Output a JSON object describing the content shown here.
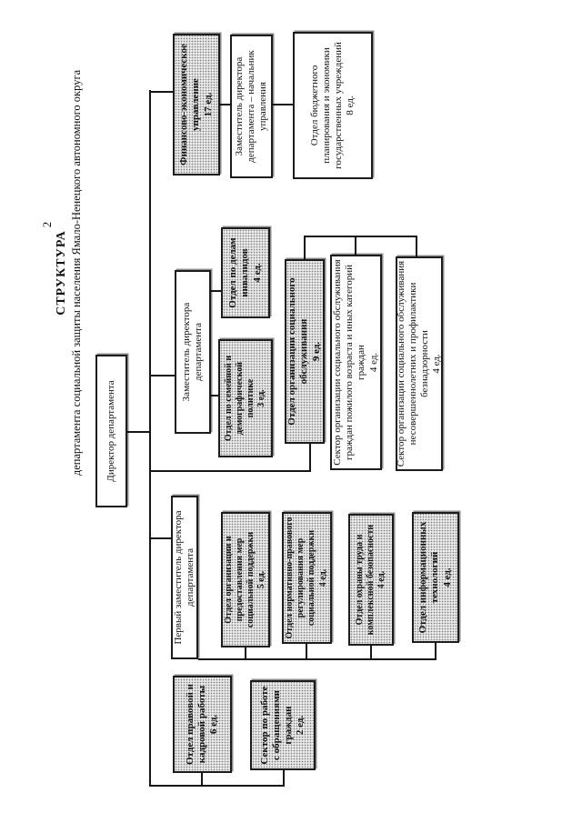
{
  "page": {
    "number": "2"
  },
  "title": {
    "line1": "СТРУКТУРА",
    "line2": "департамента социальной защиты населения Ямало-Ненецкого автономного округа"
  },
  "nodes": {
    "director": {
      "label": "Директор департамента"
    },
    "fin_upr": {
      "label": "Финансово-экономическое управление",
      "units": "17 ед."
    },
    "zam_fin": {
      "label": "Заместитель директора департамента – начальник управления"
    },
    "otdel_budget": {
      "label": "Отдел бюджетного планирования и экономики государственных учреждений",
      "units": "8 ед."
    },
    "zam_dir": {
      "label": "Заместитель директора департамента"
    },
    "otdel_invalid": {
      "label": "Отдел по делам инвалидов",
      "units": "4 ед."
    },
    "otdel_family": {
      "label": "Отдел по семейной и демографической политике",
      "units": "3 ед."
    },
    "otdel_souslug": {
      "label": "Отдел организации социального обслуживания",
      "units": "9 ед."
    },
    "sektor_pozhil": {
      "label": "Сектор организации социального обслуживания граждан пожилого возраста и иных категорий граждан",
      "units": "4 ед."
    },
    "sektor_nesov": {
      "label": "Сектор организации социального обслуживания несовершеннолетних и профилактики безнадзорности",
      "units": "4 ед."
    },
    "perv_zam": {
      "label": "Первый заместитель директора департамента"
    },
    "otdel_mer": {
      "label": "Отдел организации и предоставления мер социальной поддержки",
      "units": "5 ед."
    },
    "otdel_norm": {
      "label": "Отдел нормативно-правового регулирования мер социальной поддержки",
      "units": "4 ед."
    },
    "otdel_ohrana": {
      "label": "Отдел охраны труда и комплексной безопасности",
      "units": "4 ед."
    },
    "otdel_it": {
      "label": "Отдел информационных технологий",
      "units": "4 ед."
    },
    "otdel_prav": {
      "label": "Отдел правовой и кадровой работы",
      "units": "6 ед."
    },
    "sektor_obr": {
      "label": "Сектор по работе с обращениями граждан",
      "units": "2 ед."
    }
  }
}
